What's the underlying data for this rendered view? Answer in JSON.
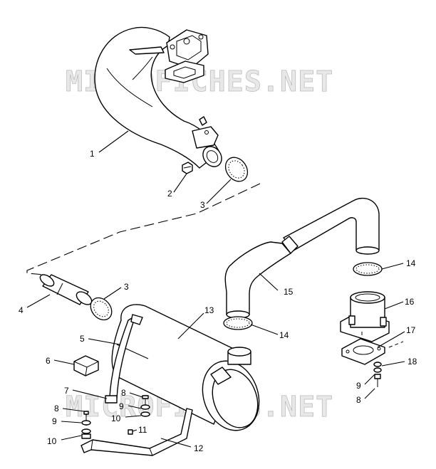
{
  "watermark": "MICROFICHES.NET",
  "callouts": {
    "c1": "1",
    "c2": "2",
    "c3a": "3",
    "c3b": "3",
    "c4": "4",
    "c5": "5",
    "c6": "6",
    "c7": "7",
    "c8a": "8",
    "c8b": "8",
    "c8c": "8",
    "c9a": "9",
    "c9b": "9",
    "c9c": "9",
    "c10a": "10",
    "c10b": "10",
    "c11": "11",
    "c12": "12",
    "c13": "13",
    "c14a": "14",
    "c14b": "14",
    "c15": "15",
    "c16": "16",
    "c17": "17",
    "c18": "18"
  }
}
